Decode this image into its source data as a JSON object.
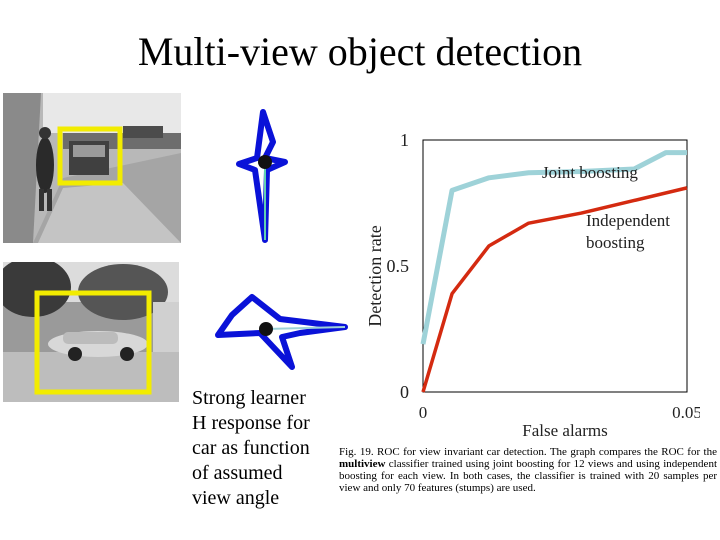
{
  "slide": {
    "title": "Multi-view object detection",
    "caption_lines": [
      "Strong learner",
      "H response for",
      "car as function",
      "of assumed",
      "view angle"
    ]
  },
  "figure_caption": {
    "label": "Fig. 19.",
    "part1": "ROC for view invariant car detection. The graph compares the ROC for the",
    "bold_word": "multiview",
    "part2": "classifier trained using joint boosting for 12 views and using independent boosting for each view. In both cases, the classifier is trained with 20 samples per view and only 70 features (stumps) are used."
  },
  "colors": {
    "joint": "#9ed2d8",
    "independent": "#d42a10",
    "highlight_box": "#f2ec00",
    "polar_outline": "#0a12d8"
  },
  "icons": [
    "street-photo",
    "parking-lot-photo",
    "polar-response-plot"
  ],
  "chart_data": {
    "type": "line",
    "title": "",
    "xlabel": "False alarms",
    "ylabel": "Detection rate",
    "xlim": [
      0,
      0.05
    ],
    "ylim": [
      0,
      1
    ],
    "x_tick_labels": [
      "0",
      "0.05"
    ],
    "y_tick_labels": [
      "0",
      "0.5",
      "1"
    ],
    "grid": false,
    "series": [
      {
        "name": "Joint boosting",
        "color": "#9ed2d8",
        "x": [
          0,
          0.0055,
          0.0125,
          0.02,
          0.03,
          0.04,
          0.046,
          0.05
        ],
        "y": [
          0.19,
          0.8,
          0.85,
          0.87,
          0.875,
          0.885,
          0.95,
          0.95
        ]
      },
      {
        "name": "Independent boosting",
        "color": "#d42a10",
        "x": [
          0,
          0.0055,
          0.0125,
          0.02,
          0.03,
          0.04,
          0.05
        ],
        "y": [
          0.0,
          0.39,
          0.58,
          0.67,
          0.71,
          0.76,
          0.81
        ]
      }
    ],
    "legend_labels": [
      {
        "lines": [
          "Joint boosting"
        ]
      },
      {
        "lines": [
          "Independent",
          "boosting"
        ]
      }
    ]
  }
}
